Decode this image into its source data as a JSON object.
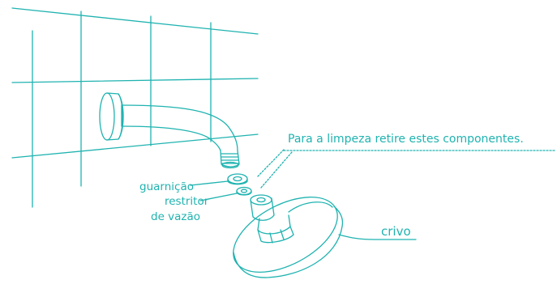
{
  "colors": {
    "line": "#1fb3b0",
    "background": "#ffffff"
  },
  "labels": {
    "note": "Para a limpeza retire estes componentes.",
    "gasket": "guarnição",
    "restrictor_line1": "restritor",
    "restrictor_line2": "de vazão",
    "shower_head": "crivo"
  }
}
